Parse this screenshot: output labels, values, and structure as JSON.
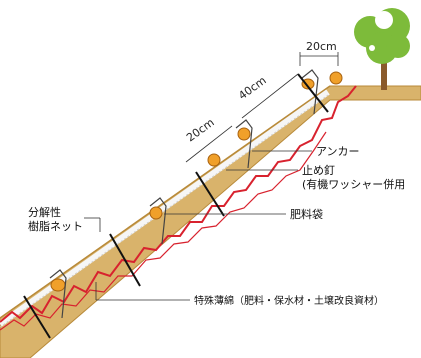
{
  "labels": {
    "anchor": "アンカー",
    "stop_nail": "止め釘",
    "stop_nail_note": "(有機ワッシャー併用",
    "fertilizer_bag": "肥料袋",
    "net_line1": "分解性",
    "net_line2": "樹脂ネット",
    "mat": "特殊薄綿（肥料・保水材・土壌改良資材）"
  },
  "dimensions": {
    "top_spacing": "20cm",
    "long_spacing": "40cm",
    "mid_spacing": "20cm"
  },
  "colors": {
    "slope_fill": "#d9b36b",
    "slope_edge": "#b88a3a",
    "net": "#d8222e",
    "bag": "#f0a02a",
    "mat": "#f6f6f6",
    "tree_foliage": "#7dbb3a",
    "tree_trunk": "#8a5a2b"
  }
}
